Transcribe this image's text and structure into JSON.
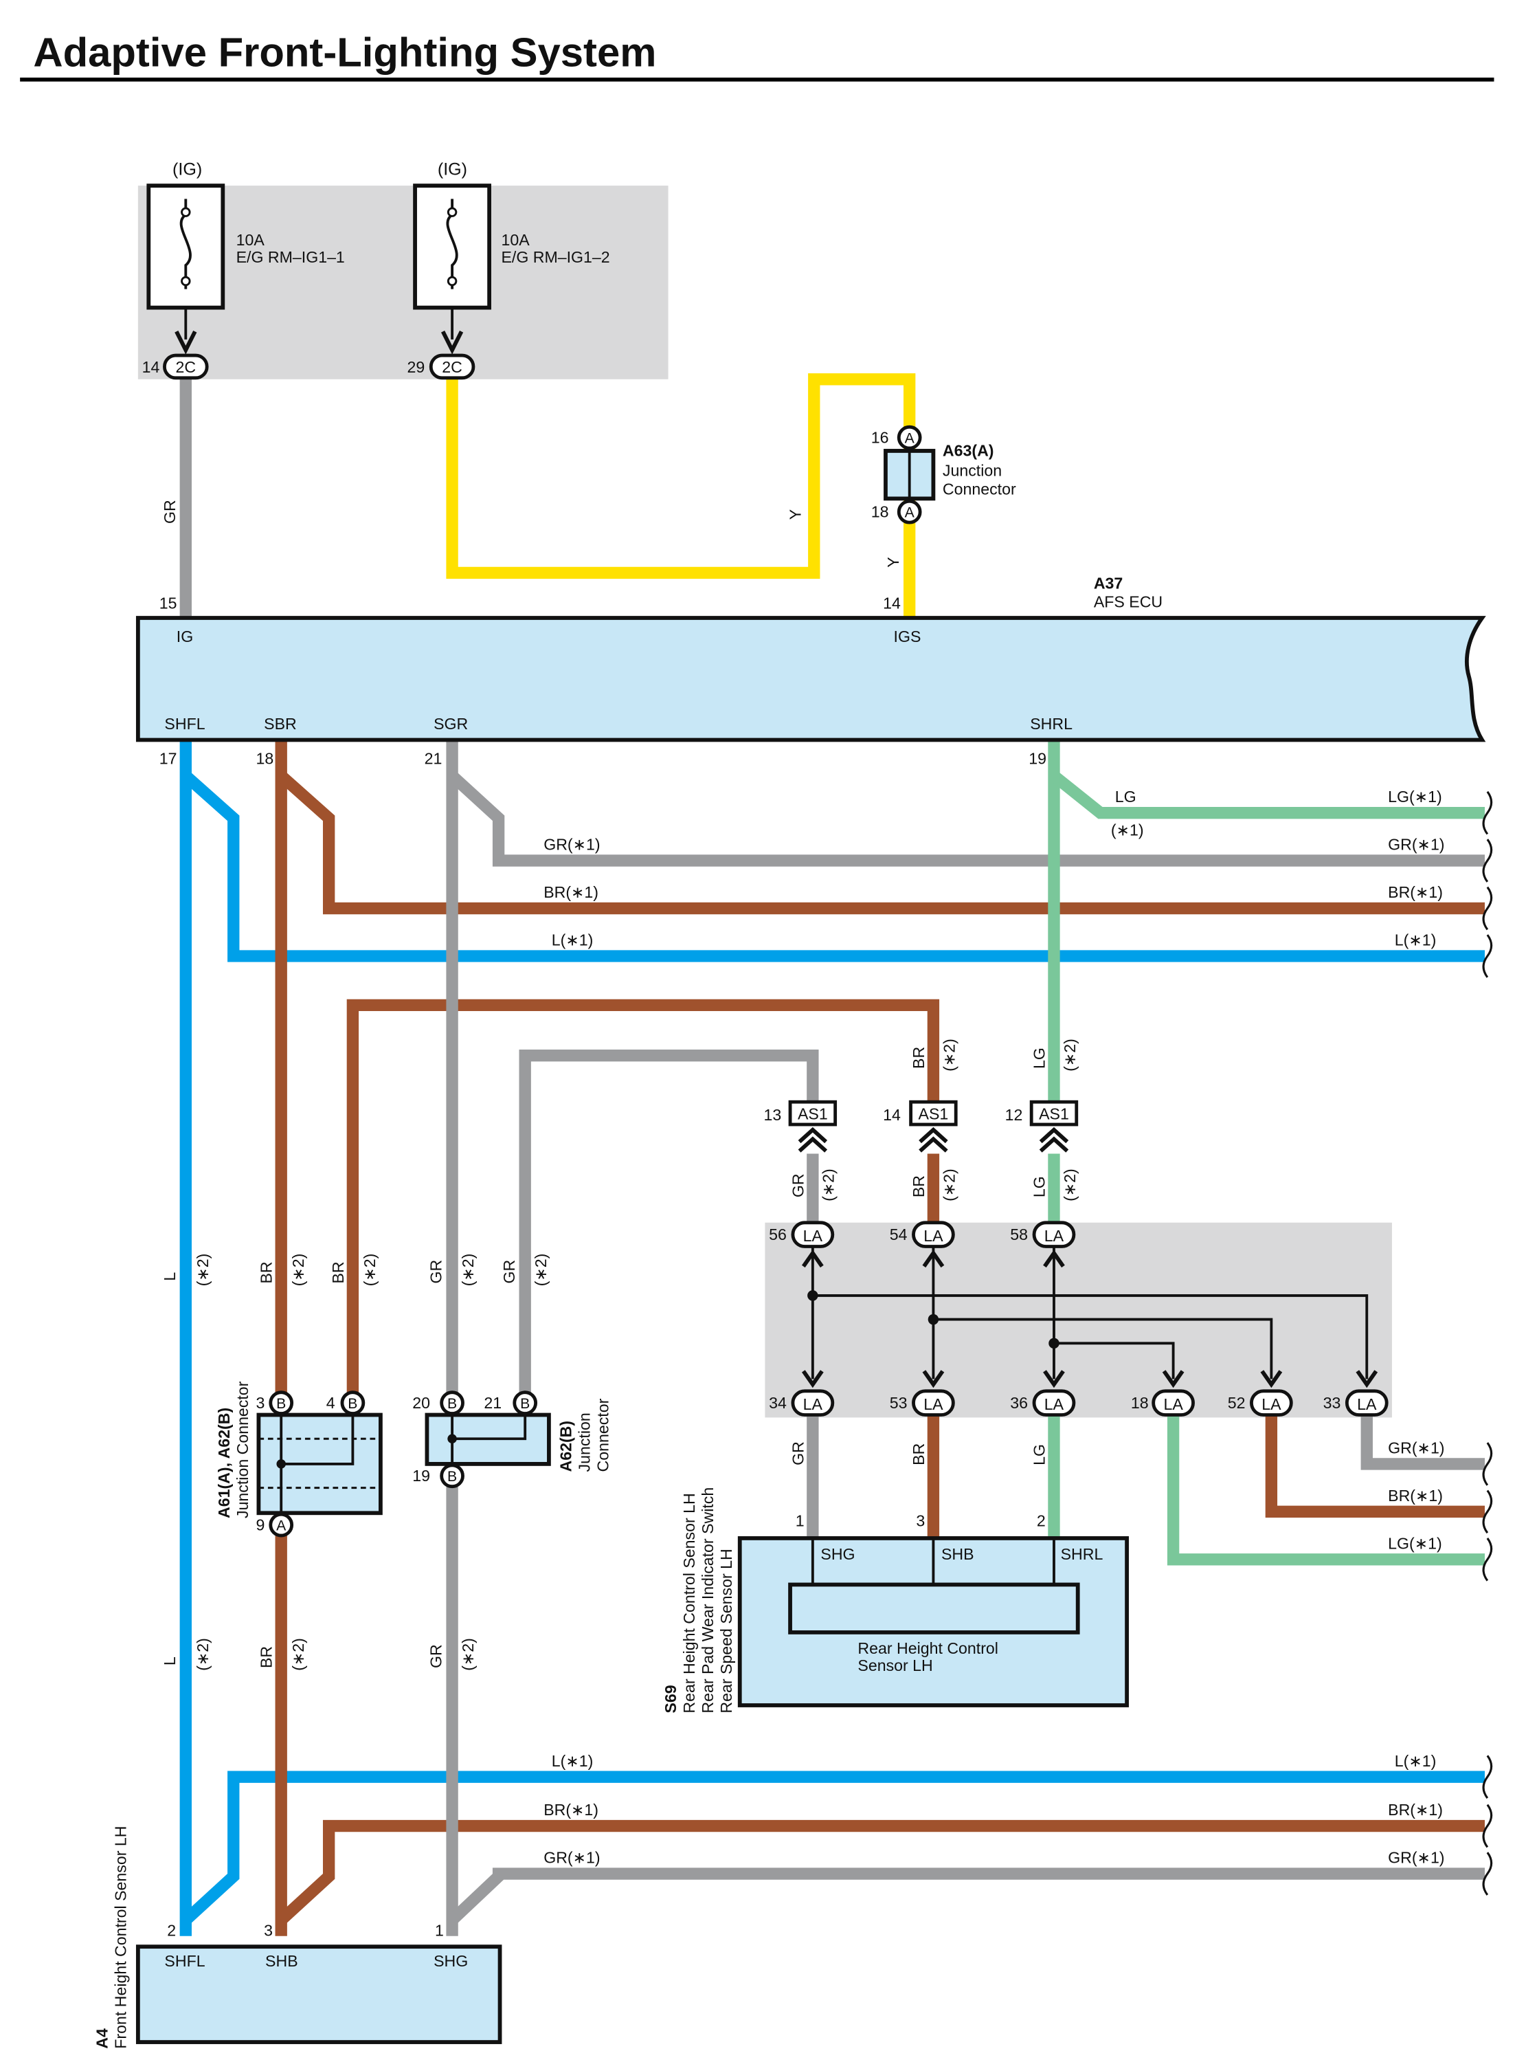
{
  "title": "Adaptive Front-Lighting System",
  "colors": {
    "L": "#00a0e9",
    "BR": "#a0522d",
    "GR": "#9a9b9d",
    "LG": "#7ac79a",
    "Y": "#ffe100",
    "box_fill": "#c8e7f6",
    "panel": "#d9d9da",
    "outline": "#1a1a1a"
  },
  "fuses": [
    {
      "supply": "(IG)",
      "rating": "10A",
      "name": "E/G RM–IG1–1",
      "pin": "14",
      "connector": "2C"
    },
    {
      "supply": "(IG)",
      "rating": "10A",
      "name": "E/G RM–IG1–2",
      "pin": "29",
      "connector": "2C"
    }
  ],
  "junction_a63": {
    "id": "A63(A)",
    "desc_line1": "Junction",
    "desc_line2": "Connector",
    "pin_top": "16",
    "pin_bottom": "18",
    "connector": "A"
  },
  "ecu": {
    "id": "A37",
    "name": "AFS ECU",
    "top_pins": [
      {
        "num": "15",
        "label": "IG"
      },
      {
        "num": "14",
        "label": "IGS"
      }
    ],
    "bottom_pins": [
      {
        "num": "17",
        "label": "SHFL"
      },
      {
        "num": "18",
        "label": "SBR"
      },
      {
        "num": "21",
        "label": "SGR"
      },
      {
        "num": "19",
        "label": "SHRL"
      }
    ]
  },
  "wire_labels": {
    "gr": "GR",
    "y": "Y",
    "l": "L",
    "br": "BR",
    "lg": "LG",
    "note1": "(∗1)",
    "note2": "(∗2)",
    "lg1": "LG(∗1)",
    "gr1": "GR(∗1)",
    "br1": "BR(∗1)",
    "l1": "L(∗1)"
  },
  "as1": [
    {
      "pin": "13",
      "connector": "AS1"
    },
    {
      "pin": "14",
      "connector": "AS1"
    },
    {
      "pin": "12",
      "connector": "AS1"
    }
  ],
  "la_top": [
    {
      "pin": "56",
      "connector": "LA"
    },
    {
      "pin": "54",
      "connector": "LA"
    },
    {
      "pin": "58",
      "connector": "LA"
    }
  ],
  "la_bottom": [
    {
      "pin": "34",
      "connector": "LA"
    },
    {
      "pin": "53",
      "connector": "LA"
    },
    {
      "pin": "36",
      "connector": "LA"
    },
    {
      "pin": "18",
      "connector": "LA"
    },
    {
      "pin": "52",
      "connector": "LA"
    },
    {
      "pin": "33",
      "connector": "LA"
    }
  ],
  "junction_a61": {
    "id": "A61(A), A62(B)",
    "desc": "Junction Connector",
    "pins": [
      {
        "num": "3",
        "c": "B"
      },
      {
        "num": "4",
        "c": "B"
      },
      {
        "num": "9",
        "c": "A"
      }
    ]
  },
  "junction_a62": {
    "id": "A62(B)",
    "desc_line1": "Junction",
    "desc_line2": "Connector",
    "pins": [
      {
        "num": "20",
        "c": "B"
      },
      {
        "num": "21",
        "c": "B"
      },
      {
        "num": "19",
        "c": "B"
      }
    ]
  },
  "rear_sensor": {
    "id": "S69",
    "desc": [
      "Rear Height Control Sensor LH",
      "Rear Pad Wear Indicator Switch",
      "Rear Speed Sensor LH"
    ],
    "pins": [
      {
        "num": "1",
        "label": "SHG"
      },
      {
        "num": "3",
        "label": "SHB"
      },
      {
        "num": "2",
        "label": "SHRL"
      }
    ],
    "inner_line1": "Rear Height Control",
    "inner_line2": "Sensor LH"
  },
  "front_sensor": {
    "id": "A4",
    "desc": "Front Height Control Sensor LH",
    "pins": [
      {
        "num": "2",
        "label": "SHFL"
      },
      {
        "num": "3",
        "label": "SHB"
      },
      {
        "num": "1",
        "label": "SHG"
      }
    ]
  }
}
